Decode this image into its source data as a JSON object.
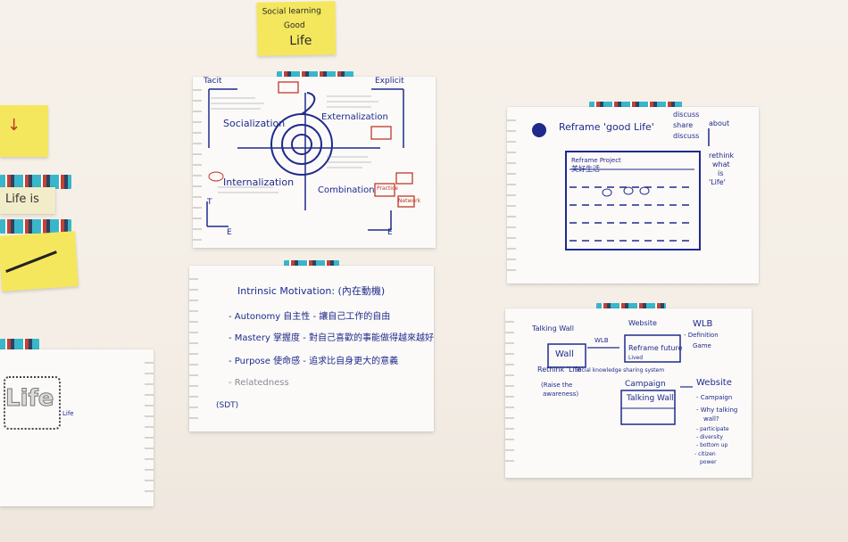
{
  "sticky_top": {
    "line1": "Social learning",
    "line2": "Good",
    "line3": "Life"
  },
  "sticky_left_arrow": "↓",
  "left_paper": {
    "label": "Life is",
    "word": "Life",
    "note": "Life"
  },
  "seci": {
    "tacit": "Tacit",
    "explicit": "Explicit",
    "socialization": "Socialization",
    "externalization": "Externalization",
    "internalization": "Internalization",
    "combination": "Combination",
    "axis_t": "T",
    "axis_e1": "E",
    "axis_e2": "E",
    "red_note_a": "Practice",
    "red_note_b": "Network"
  },
  "motivation": {
    "title": "Intrinsic Motivation: (內在動機)",
    "item1": "- Autonomy 自主性 - 讓自己工作的自由",
    "item2": "- Mastery 掌握度 - 對自己喜歡的事能做得越來越好",
    "item3": "- Purpose 使命感 - 追求比自身更大的意義",
    "item4": "- Relatedness",
    "footer": "(SDT)"
  },
  "reframe": {
    "title": "Reframe 'good Life'",
    "discuss1": "discuss",
    "discuss2": "share",
    "discuss3": "discuss",
    "arrow_note1": "about",
    "rethink": "rethink",
    "what": "what",
    "is": "is",
    "life": "'Life'",
    "project": "Reframe Project",
    "project_cn": "美好生活"
  },
  "website": {
    "talking_wall": "Talking Wall",
    "wall": "Wall",
    "wlb_arrow": "WLB",
    "website": "Website",
    "wlb": "WLB",
    "definition": "- Definition",
    "game": "Game",
    "reframe_future": "Reframe future",
    "lived": "Lived",
    "rethink_life": "Rethink 'Life'",
    "raise": "(Raise the",
    "awareness": "awareness)",
    "social_knowledge": "Social knowledge sharing system",
    "campaign": "Campaign",
    "talking_wall_box": "Talking Wall",
    "website2": "Website",
    "campaign2": "- Campaign",
    "why_talking": "- Why talking",
    "wall_q": "wall?",
    "participate": "- participate",
    "diversity": "- diversity",
    "bottom_up": "- bottom up",
    "citizen": "- citizen",
    "power": "power"
  }
}
